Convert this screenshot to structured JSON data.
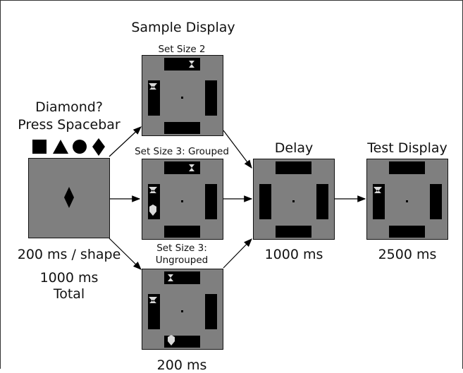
{
  "labels": {
    "sample_display": "Sample Display",
    "set_size_2": "Set Size 2",
    "set_size_3_grouped": "Set Size 3: Grouped",
    "set_size_3_ungrouped_line1": "Set Size 3:",
    "set_size_3_ungrouped_line2": "Ungrouped",
    "diamond_question": "Diamond?",
    "press_spacebar": "Press Spacebar",
    "shape_duration": "200 ms / shape",
    "total_duration_line1": "1000 ms",
    "total_duration_line2": "Total",
    "delay_title": "Delay",
    "delay_duration": "1000 ms",
    "test_display_title": "Test Display",
    "test_duration": "2500 ms",
    "sample_duration": "200 ms"
  },
  "shape_row": [
    "square-icon",
    "triangle-icon",
    "circle-icon",
    "diamond-icon"
  ],
  "colors": {
    "panel_gray": "#7f7f7f",
    "bar_black": "#000000",
    "item_light_gray": "#d9d9d9"
  }
}
